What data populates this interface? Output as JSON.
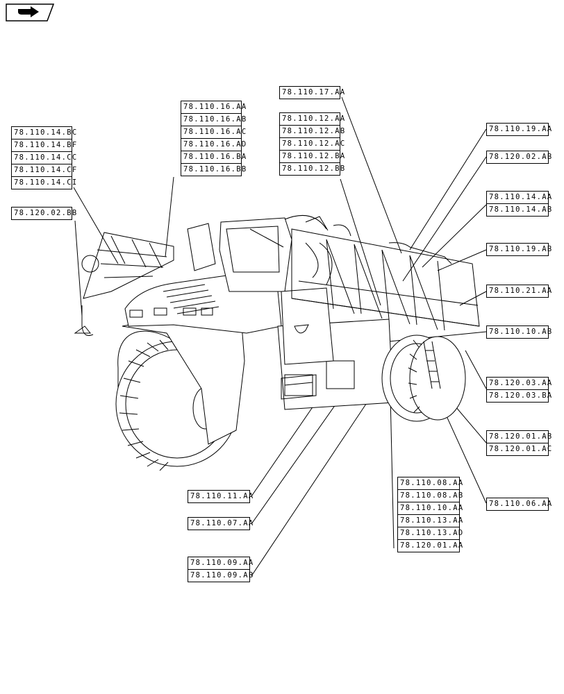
{
  "nav": {
    "icon": "arrow-hand-icon"
  },
  "groups": {
    "left_top": [
      "78.110.14.BC",
      "78.110.14.BF",
      "78.110.14.CC",
      "78.110.14.CF",
      "78.110.14.CI"
    ],
    "left_mid": [
      "78.120.02.BB"
    ],
    "center_top": [
      "78.110.16.AA",
      "78.110.16.AB",
      "78.110.16.AC",
      "78.110.16.AD",
      "78.110.16.BA",
      "78.110.16.BB"
    ],
    "top_right_single": [
      "78.110.17.AA"
    ],
    "center_right": [
      "78.110.12.AA",
      "78.110.12.AB",
      "78.110.12.AC",
      "78.110.12.BA",
      "78.110.12.BB"
    ],
    "right_1": [
      "78.110.19.AA"
    ],
    "right_2": [
      "78.120.02.AB"
    ],
    "right_3": [
      "78.110.14.AA",
      "78.110.14.AB"
    ],
    "right_4": [
      "78.110.19.AB"
    ],
    "right_5": [
      "78.110.21.AA"
    ],
    "right_6": [
      "78.110.10.AB"
    ],
    "right_7": [
      "78.120.03.AA",
      "78.120.03.BA"
    ],
    "right_8": [
      "78.120.01.AB",
      "78.120.01.AC"
    ],
    "right_9": [
      "78.110.06.AA"
    ],
    "bottom_center": [
      "78.110.08.AA",
      "78.110.08.AB",
      "78.110.10.AA",
      "78.110.13.AA",
      "78.110.13.AD",
      "78.120.01.AA"
    ],
    "bottom_left_1": [
      "78.110.11.AA"
    ],
    "bottom_left_2": [
      "78.110.07.AA"
    ],
    "bottom_left_3": [
      "78.110.09.AA",
      "78.110.09.AB"
    ]
  }
}
